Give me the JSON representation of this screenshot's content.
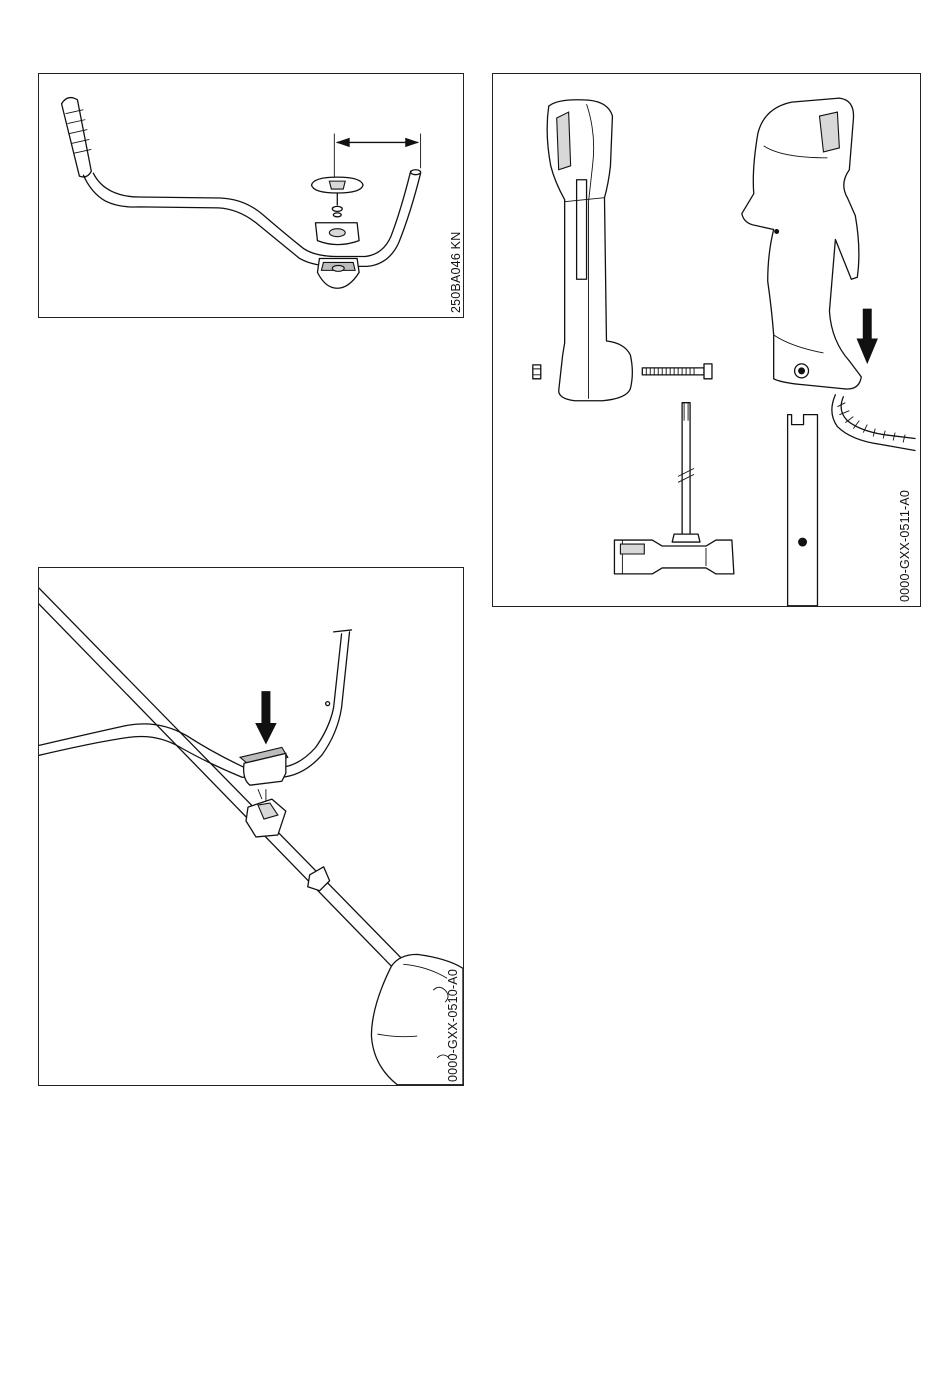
{
  "figures": [
    {
      "id": "fig1",
      "code": "250BA046 KN"
    },
    {
      "id": "fig2",
      "code": "0000-GXX-0511-A0"
    },
    {
      "id": "fig3",
      "code": "0000-GXX-0510-A0"
    }
  ],
  "colors": {
    "line": "#111111",
    "shade": "#d8d8d8",
    "background": "#ffffff"
  },
  "icons": [
    "arrow-down-icon",
    "dimension-arrow-icon"
  ]
}
